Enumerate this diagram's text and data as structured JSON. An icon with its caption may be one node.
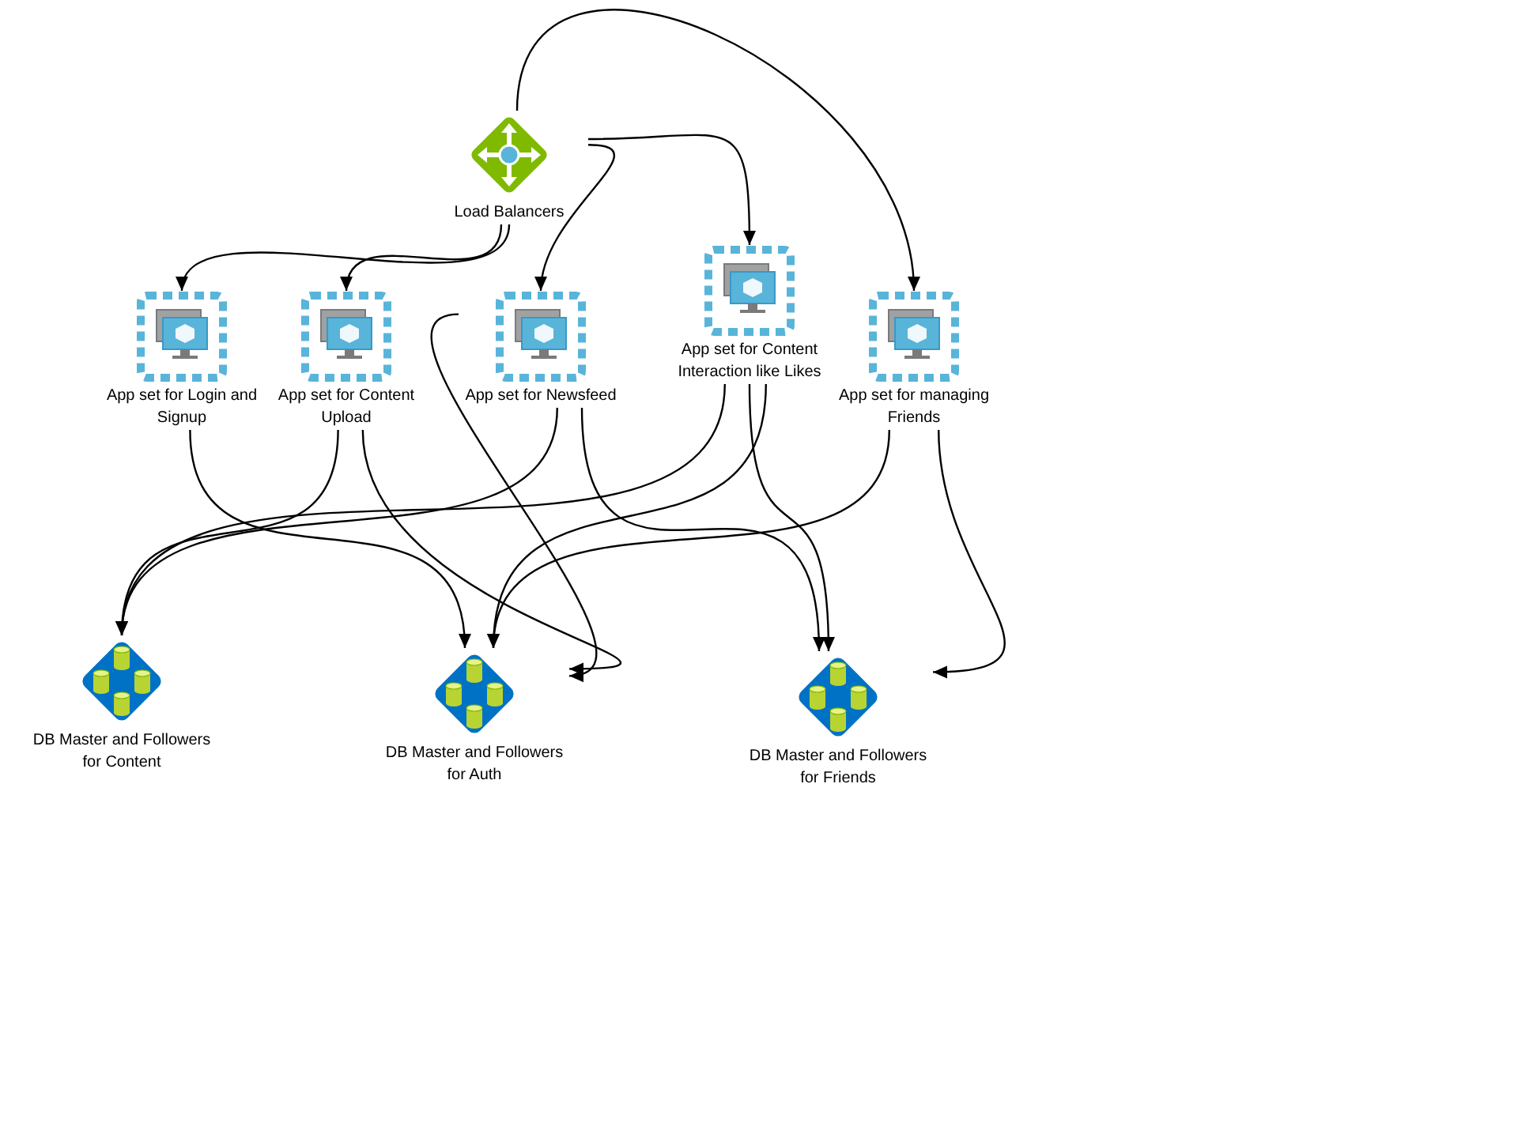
{
  "diagram": {
    "nodes": [
      {
        "text": [
          "Load Balancers"
        ]
      },
      {
        "text": [
          "App set for Login and Signup"
        ]
      },
      {
        "text": [
          "App set for Content Upload"
        ]
      },
      {
        "text": [
          "App set for Newsfeed"
        ]
      },
      {
        "text": [
          "App set for Content Interaction like Likes"
        ]
      },
      {
        "text": [
          "App set for managing Friends"
        ]
      },
      {
        "text": [
          "DB Master and Followers for Content"
        ]
      },
      {
        "text": [
          "DB Master and Followers for Auth"
        ]
      },
      {
        "text": [
          "DB Master and Followers for Friends"
        ]
      }
    ],
    "edges": [
      {
        "from": 0,
        "to": 1,
        "arrow": "to"
      },
      {
        "from": 0,
        "to": 2,
        "arrow": "to"
      },
      {
        "from": 0,
        "to": 3,
        "arrow": "to"
      },
      {
        "from": 0,
        "to": 4,
        "arrow": "to"
      },
      {
        "from": 0,
        "to": 5,
        "arrow": "to"
      },
      {
        "from": 1,
        "to": 7,
        "arrow": "to"
      },
      {
        "from": 2,
        "to": 6,
        "arrow": "to"
      },
      {
        "from": 2,
        "to": 7,
        "arrow": "to"
      },
      {
        "from": 3,
        "to": 6,
        "arrow": "to"
      },
      {
        "from": 3,
        "to": 7,
        "arrow": "to"
      },
      {
        "from": 3,
        "to": 8,
        "arrow": "to"
      },
      {
        "from": 4,
        "to": 6,
        "arrow": "to"
      },
      {
        "from": 4,
        "to": 7,
        "arrow": "to"
      },
      {
        "from": 4,
        "to": 8,
        "arrow": "to"
      },
      {
        "from": 5,
        "to": 7,
        "arrow": "to"
      },
      {
        "from": 5,
        "to": 8,
        "arrow": "to"
      }
    ]
  }
}
